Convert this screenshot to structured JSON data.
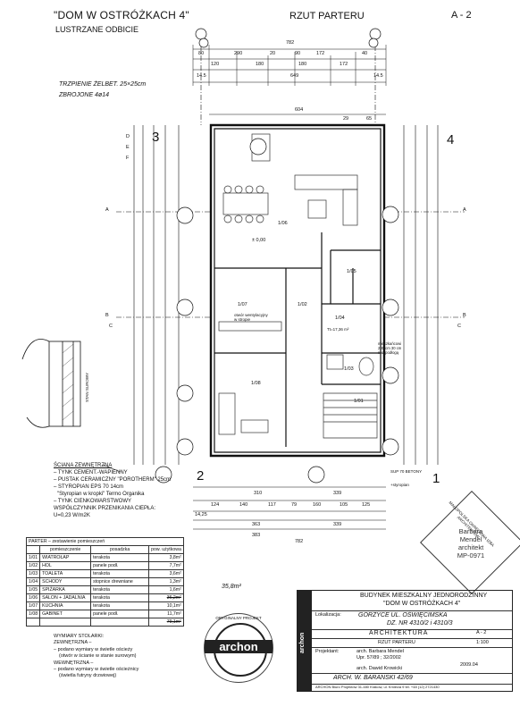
{
  "header": {
    "project_title": "\"DOM W OSTRÓŻKACH 4\"",
    "mirror_note": "LUSTRZANE ODBICIE",
    "drawing_name": "RZUT PARTERU",
    "sheet_code": "A - 2"
  },
  "plan": {
    "grid_labels": [
      "3",
      "4",
      "2",
      "1",
      "A",
      "A",
      "B",
      "B",
      "C",
      "C",
      "D",
      "E",
      "F"
    ],
    "handwritten_note_1": "TRZPIENIE ŻELBET. 25×25cm",
    "handwritten_note_2": "ZBROJONE 4ø14",
    "rooms": [
      {
        "code": "1/06",
        "area": ""
      },
      {
        "code": "1/07",
        "area": ""
      },
      {
        "code": "1/02",
        "area": ""
      },
      {
        "code": "1/04",
        "area": ""
      },
      {
        "code": "1/05",
        "area": ""
      },
      {
        "code": "1/03",
        "area": ""
      },
      {
        "code": "1/08",
        "area": ""
      },
      {
        "code": "1/01",
        "area": ""
      }
    ],
    "level": "± 0,00",
    "top_dims": [
      "782",
      "80",
      "290",
      "20",
      "90",
      "172",
      "40",
      "120",
      "180",
      "180",
      "172",
      "14.5",
      "649",
      "14.5",
      "604",
      "29",
      "65"
    ],
    "bottom_dims": [
      "310",
      "339",
      "124",
      "140",
      "117",
      "79",
      "160",
      "105",
      "125",
      "14,25",
      "363",
      "383",
      "339",
      "782"
    ],
    "labels_misc": [
      "otwór wentylacyjny w stropie",
      "SUP 70 BETONY",
      "+styropian",
      "mieszkańcowi 200 cm 30 cm nad podłogą",
      "STAN SUROWY",
      "Tt=17,36 m²"
    ]
  },
  "wall_spec": {
    "title": "ŚCIANA ZEWNĘTRZNA",
    "layers": [
      "– TYNK CEMENT.-WAPIENNY",
      "– PUSTAK CERAMICZNY \"POROTHERM\" 25cm",
      "– STYROPIAN EPS 70 14cm",
      "\"Styropian w kropki\" Termo Organika",
      "– TYNK CIENKOWARSTWOWY",
      "WSPÓŁCZYNNIK PRZENIKANIA CIEPŁA:",
      "U=0,23 W/m2K"
    ]
  },
  "room_table": {
    "title": "PARTER – zestawienie pomieszczeń",
    "headers": [
      "",
      "pomieszczenie",
      "posadzka",
      "pow. użytkowa"
    ],
    "rows": [
      [
        "1/01",
        "WIATROŁAP",
        "terakota",
        "3,8m²"
      ],
      [
        "1/02",
        "HOL",
        "panele podł.",
        "7,7m²"
      ],
      [
        "1/03",
        "TOALETA",
        "terakota",
        "3,6m²"
      ],
      [
        "1/04",
        "SCHODY",
        "stopnice drewniane",
        "1,3m²"
      ],
      [
        "1/05",
        "SPIŻARKA",
        "terakota",
        "1,6m²"
      ],
      [
        "1/06",
        "SALON + JADALNIA",
        "terakota",
        "36,2m²"
      ],
      [
        "1/07",
        "KUCHNIA",
        "terakota",
        "10,1m²"
      ],
      [
        "1/08",
        "GABINET",
        "panele podł.",
        "11,7m²"
      ]
    ],
    "total": "79,1m²",
    "handwritten_area": "35,8m²"
  },
  "joinery": {
    "title": "WYMIARY STOLARKI:",
    "lines": [
      "ZEWNĘTRZNA –",
      "– podano wymiary w świetle ościeży",
      "(otwór w ścianie w stanie surowym)",
      "WEWNĘTRZNA –",
      "– podano wymiary w świetle ościeżnicy",
      "(świetla futryny drzwiowej)"
    ]
  },
  "stamps": {
    "archon_brand": "archon",
    "archon_ring": "ORYGINALNY PROJEKT",
    "chamber_ring": "MAŁOPOLSKA OKRĘGOWA IZBA ARCHITEKTÓW",
    "architect_name": "Barbara Mendel",
    "architect_title": "architekt",
    "architect_no": "MP-0971"
  },
  "title_block": {
    "building_label": "BUDYNEK MIESZKALNY JEDNORODZINNY",
    "building_name": "\"DOM W OSTRÓŻKACH 4\"",
    "location_label": "Lokalizacja:",
    "location_hw_1": "GORZYCE UL. OŚWIĘCIMSKA",
    "location_hw_2": "DZ. NR 4310/2 i 4310/3",
    "branch": "ARCHITEKTURA",
    "drawing": "RZUT PARTERU",
    "sheet_label": "A - 2",
    "scale": "1:100",
    "designer_label": "Projektant:",
    "designer": "arch. Barbara Mendel",
    "designer_license": "Upr. 57/89 ; 32/2002",
    "drafter": "arch. Dawid Krowicki",
    "date": "2009.04",
    "adaptation_hw": "ARCH. W. BARANSKI 42/69",
    "footer": "ARCHON Biuro Projektów  31-480 Krakow, ul. Kmiecia 9  tel. +48 (12) 2721430"
  }
}
